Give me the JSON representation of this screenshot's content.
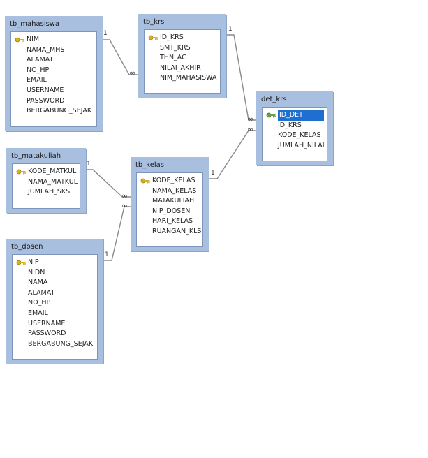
{
  "colors": {
    "table_frame": "#a9bfdf",
    "table_body": "#ffffff",
    "selection": "#1e6fd0",
    "connector": "#8a8a8a",
    "key": "#d8b21c"
  },
  "tables": [
    {
      "id": "tb_mahasiswa",
      "title": "tb_mahasiswa",
      "columns": [
        "NIM",
        "NAMA_MHS",
        "ALAMAT",
        "NO_HP",
        "EMAIL",
        "USERNAME",
        "PASSWORD",
        "BERGABUNG_SEJAK"
      ],
      "primary_key": "NIM"
    },
    {
      "id": "tb_krs",
      "title": "tb_krs",
      "columns": [
        "ID_KRS",
        "SMT_KRS",
        "THN_AC",
        "NILAI_AKHIR",
        "NIM_MAHASISWA"
      ],
      "primary_key": "ID_KRS"
    },
    {
      "id": "det_krs",
      "title": "det_krs",
      "columns": [
        "ID_DET",
        "ID_KRS",
        "KODE_KELAS",
        "JUMLAH_NILAI"
      ],
      "primary_key": "ID_DET",
      "selected_column": "ID_DET"
    },
    {
      "id": "tb_matakuliah",
      "title": "tb_matakuliah",
      "columns": [
        "KODE_MATKUL",
        "NAMA_MATKUL",
        "JUMLAH_SKS"
      ],
      "primary_key": "KODE_MATKUL"
    },
    {
      "id": "tb_kelas",
      "title": "tb_kelas",
      "columns": [
        "KODE_KELAS",
        "NAMA_KELAS",
        "MATAKULIAH",
        "NIP_DOSEN",
        "HARI_KELAS",
        "RUANGAN_KLS"
      ],
      "primary_key": "KODE_KELAS"
    },
    {
      "id": "tb_dosen",
      "title": "tb_dosen",
      "columns": [
        "NIP",
        "NIDN",
        "NAMA",
        "ALAMAT",
        "NO_HP",
        "EMAIL",
        "USERNAME",
        "PASSWORD",
        "BERGABUNG_SEJAK"
      ],
      "primary_key": "NIP"
    }
  ],
  "relationships": [
    {
      "from": "tb_mahasiswa",
      "to": "tb_krs",
      "one_label": "1",
      "many_label": "∞"
    },
    {
      "from": "tb_krs",
      "to": "det_krs",
      "one_label": "1",
      "many_label": "∞"
    },
    {
      "from": "tb_kelas",
      "to": "det_krs",
      "one_label": "1",
      "many_label": "∞"
    },
    {
      "from": "tb_matakuliah",
      "to": "tb_kelas",
      "one_label": "1",
      "many_label": "∞"
    },
    {
      "from": "tb_dosen",
      "to": "tb_kelas",
      "one_label": "1",
      "many_label": "∞"
    }
  ]
}
